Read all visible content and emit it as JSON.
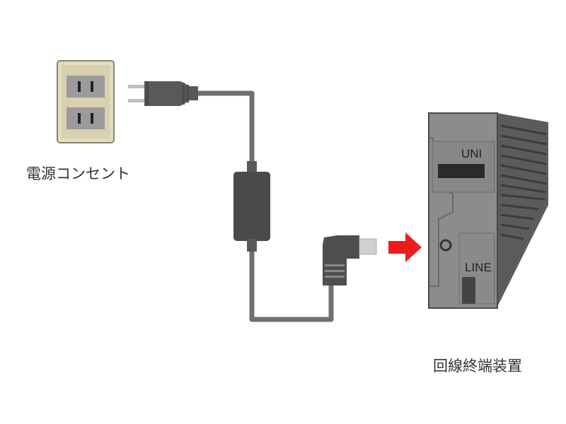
{
  "labels": {
    "outlet": "電源コンセント",
    "device": "回線終端装置",
    "port_uni": "UNI",
    "port_line": "LINE"
  },
  "colors": {
    "outlet_plate": "#ddd5b4",
    "cable": "#6d6d6d",
    "adapter": "#4a4a4a",
    "device_body": "#8a8a8a",
    "arrow": "#ee1c1c"
  },
  "icons": [
    "wall-outlet-icon",
    "power-plug-icon",
    "ac-adapter-icon",
    "dc-plug-icon",
    "arrow-right-icon",
    "onu-device-icon"
  ]
}
